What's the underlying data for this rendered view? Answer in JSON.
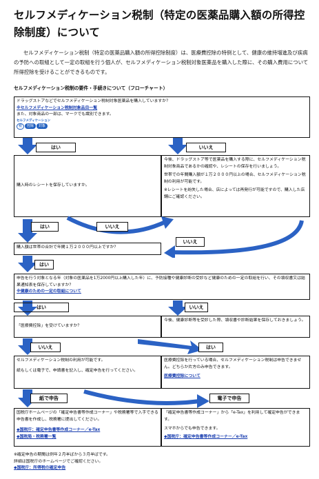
{
  "title": "セルフメディケーション税制（特定の医薬品購入額の所得控除制度）について",
  "intro": "セルフメディケーション税制（特定の医薬品購入額の所得控除制度）は、医療費控除の特例として、健康の維持増進及び疾病の予防への取組として一定の取組を行う個人が、セルフメディケーション税制対象医薬品を購入した際に、その購入費用について所得控除を受けることができるものです。",
  "section_title": "セルフメディケーション税制の要件・手続きについて（フローチャート）",
  "q1": {
    "question": "ドラッグストアなどでセルフメディケーション税制対象医薬品を購入していますか？",
    "link": "※セルフメディケーション税制対象品目一覧",
    "note": "また、対象商品の一部は、マークでも識別できます。",
    "mark_caption": "セルフメディケーション",
    "mark_words": [
      "税",
      "控除",
      "対象"
    ]
  },
  "labels": {
    "yes": "はい",
    "no": "いいえ",
    "paper": "紙で申告",
    "electronic": "電子で申告"
  },
  "q2": {
    "question": "購入時のレシートを保存していますか。"
  },
  "q1_no": {
    "p1": "今後、ドラッグストア等で医薬品を購入する際に、セルフメディケーション税制対象商品であるかの確認や、レシートの保存を行いましょう。",
    "p2": "世帯での年間購入額が１万２０００円以上の場合、セルフメディケーション税制の利用が可能です。",
    "p3": "※レシートを紛失した場合、店によっては再発行が可能ですので、購入した店舗にご確認ください。"
  },
  "q3": {
    "question": "購入額は世帯の合計で年間１万２０００円以上ですか？"
  },
  "q4": {
    "question": "申告を行う対象となる年（対象の医薬品を1万2000円以上購入した年）に、予防接種や健康診断の受診など健康のための一定の取組を行い、その領収書又は結果通知表を保存していますか？",
    "link": "※健康のための一定の取組について"
  },
  "q5": {
    "question": "「医療費控除」を受けていますか？"
  },
  "q4_no": {
    "text": "今後、健康診断等を受診した際、領収書や診断結果を保存しておきましょう。"
  },
  "q5_no": {
    "p1": "セルフメディケーション税制の利用が可能です。",
    "p2": "紙もしくは電子で、申請書を記入し、確定申告を行ってください。"
  },
  "q5_yes": {
    "text": "医療費控除を行っている場合、セルフメディケーション税制は申告できません。どちらか片方のみ申告できます。",
    "link": "医療費控除について"
  },
  "paper_box": {
    "text": "国税庁ホームページの「確定申告書等作成コーナー」や税務署等で入手できる申告書を作成し、税務署に提出してください。",
    "link1": "◆国税庁：確定申告書等作成コーナー／e-Tax",
    "link2": "◆国税局・税務署一覧"
  },
  "e_box": {
    "text": "「確定申告書等作成コーナー」から「e-Tax」を利用して確定申告ができます。",
    "text2": "スマホからでも申告できます。",
    "link": "◆国税庁：確定申告書等作成コーナー／e-Tax"
  },
  "footer": {
    "line1": "※確定申告の期間は例年２月半ばから３月半ばです。",
    "line2": "詳細は国税庁のホームページでご確認ください。",
    "link": "◆国税庁：所得税の確定申告"
  },
  "colors": {
    "arrow": "#2b62c4",
    "link": "#1a3fb0"
  }
}
